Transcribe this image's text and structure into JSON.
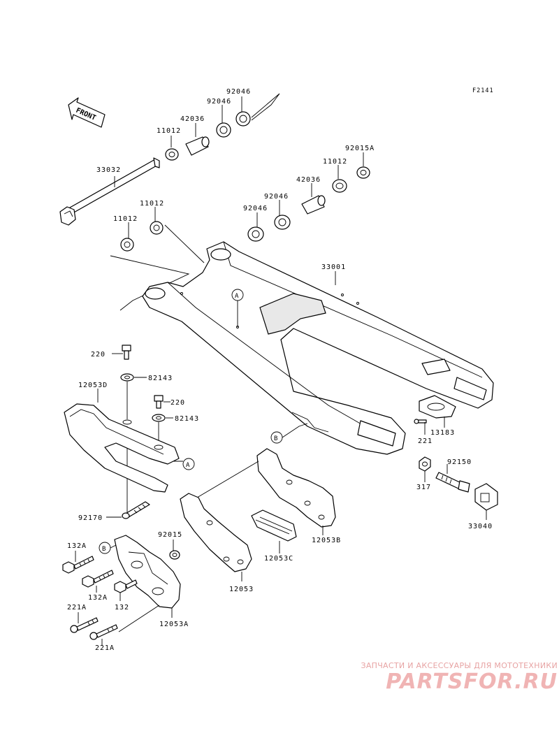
{
  "figure_id": "F2141",
  "front_label": "FRONT",
  "ref_labels": {
    "a": "A",
    "b": "B"
  },
  "parts": {
    "p92046_top": "92046",
    "p92046_mid": "92046",
    "p42036_top": "42036",
    "p11012_top": "11012",
    "p33032": "33032",
    "p92015A": "92015A",
    "p11012_right": "11012",
    "p42036_right": "42036",
    "p92046_r1": "92046",
    "p92046_r2": "92046",
    "p11012_l1": "11012",
    "p11012_l2": "11012",
    "p33001": "33001",
    "p220_a": "220",
    "p82143_a": "82143",
    "p12053D": "12053D",
    "p220_b": "220",
    "p82143_b": "82143",
    "p13183": "13183",
    "p221": "221",
    "p92150": "92150",
    "p317": "317",
    "p33040": "33040",
    "p92170": "92170",
    "p12053B": "12053B",
    "p92015": "92015",
    "p132A_a": "132A",
    "p132A_b": "132A",
    "p132": "132",
    "p12053C": "12053C",
    "p12053": "12053",
    "p221A_a": "221A",
    "p12053A": "12053A",
    "p221A_b": "221A"
  },
  "watermark": {
    "tagline": "ЗАПЧАСТИ И АКСЕССУАРЫ ДЛЯ МОТОТЕХНИКИ",
    "logo": "PARTSFOR.RU"
  },
  "colors": {
    "line": "#000000",
    "background": "#ffffff",
    "watermark": "#f0b4b4"
  }
}
